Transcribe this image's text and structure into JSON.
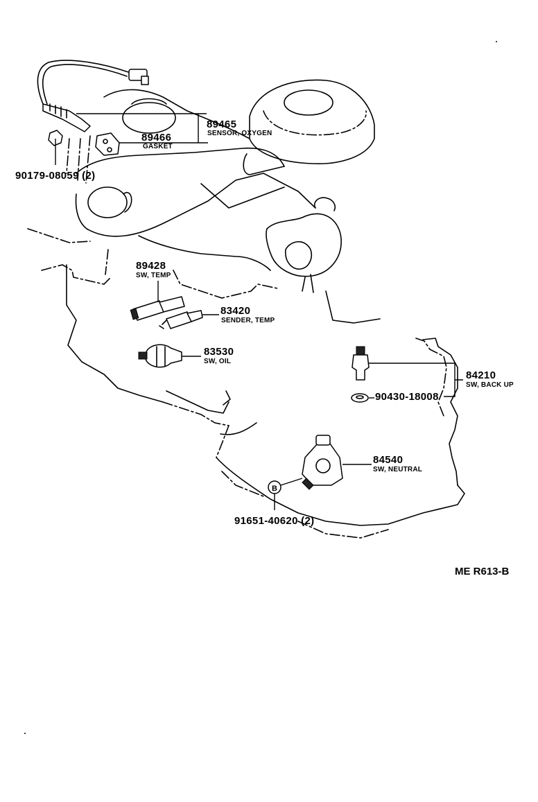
{
  "diagram_code": "ME R613-B",
  "parts": {
    "p89465": {
      "number": "89465",
      "name": "SENSOR, OXYGEN"
    },
    "p89466": {
      "number": "89466",
      "name": "GASKET"
    },
    "p90179": {
      "number": "90179-08059 (2)"
    },
    "p89428": {
      "number": "89428",
      "name": "SW, TEMP"
    },
    "p83420": {
      "number": "83420",
      "name": "SENDER, TEMP"
    },
    "p83530": {
      "number": "83530",
      "name": "SW, OIL"
    },
    "p84210": {
      "number": "84210",
      "name": "SW, BACK UP"
    },
    "p90430": {
      "number": "90430-18008"
    },
    "p84540": {
      "number": "84540",
      "name": "SW, NEUTRAL"
    },
    "p91651": {
      "number": "91651-40620 (2)"
    }
  },
  "marker_letter": "B"
}
